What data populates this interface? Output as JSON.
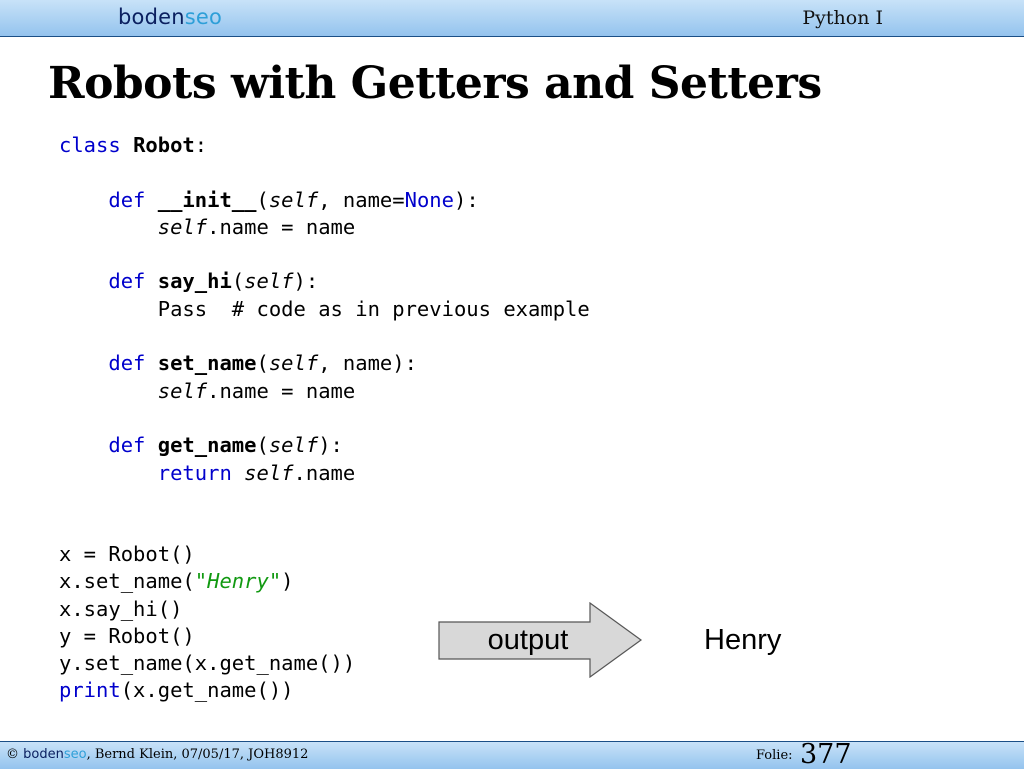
{
  "header": {
    "logo_main": "boden",
    "logo_accent": "seo",
    "course": "Python I"
  },
  "slide": {
    "title": "Robots with Getters and Setters"
  },
  "code": {
    "class_kw": "class",
    "class_name": "Robot",
    "colon": ":",
    "def_kw": "def",
    "init_name": "__init__",
    "self": "self",
    "none_kw": "None",
    "name_assign": ".name = name",
    "say_hi": "say_hi",
    "pass_comment": "Pass  # code as in previous example",
    "set_name": "set_name",
    "get_name": "get_name",
    "return_kw": "return",
    "return_attr": ".name",
    "line_x_robot": "x = Robot()",
    "line_x_set_prefix": "x.set_name(",
    "henry_str": "\"Henry\"",
    "line_x_set_suffix": ")",
    "line_x_sayhi": "x.say_hi()",
    "line_y_robot": "y = Robot()",
    "line_y_set": "y.set_name(x.get_name())",
    "print_kw": "print",
    "print_args": "(x.get_name())"
  },
  "output": {
    "arrow_label": "output",
    "result": "Henry"
  },
  "footer": {
    "copyright": "©",
    "brand_main": "boden",
    "brand_accent": "seo",
    "author_info": ", Bernd Klein, 07/05/17, JOH8912",
    "folie_label": "Folie:",
    "folie_number": "377"
  },
  "colors": {
    "keyword": "#0000cc",
    "string": "#119911",
    "header_bar": "#a9d0f2",
    "logo_dark": "#0b2060",
    "logo_light": "#2e9fd8"
  }
}
